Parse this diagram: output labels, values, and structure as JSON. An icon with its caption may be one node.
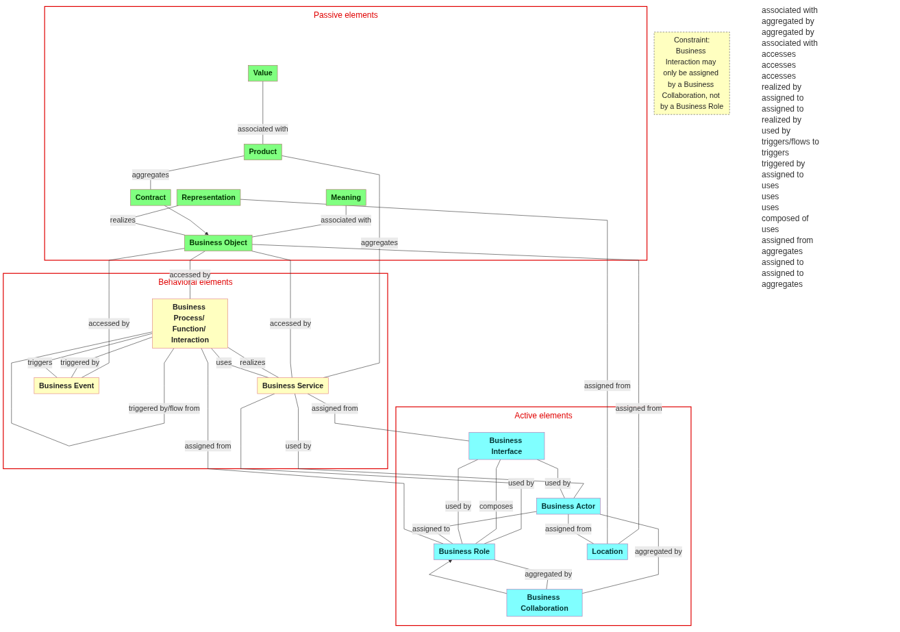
{
  "diagram": {
    "nodes": [
      {
        "text": [
          "Passive elements"
        ]
      },
      {
        "text": [
          "Value"
        ],
        "in": 0
      },
      {
        "text": [
          "Product"
        ],
        "in": 0
      },
      {
        "text": [
          "Meaning"
        ],
        "in": 0
      },
      {
        "text": [
          "Contract"
        ],
        "in": 0
      },
      {
        "text": [
          "Business Object"
        ],
        "in": 0
      },
      {
        "text": [
          "Representation"
        ],
        "in": 0
      },
      {
        "text": [
          "Behavioral elements"
        ]
      },
      {
        "text": [
          "Business Service"
        ],
        "in": 7
      },
      {
        "text": [
          "Business Process/ Function/ Interaction"
        ],
        "in": 7
      },
      {
        "text": [
          "Business Event"
        ],
        "in": 7
      },
      {
        "text": [
          "Active elements"
        ]
      },
      {
        "text": [
          "Business Actor"
        ],
        "in": 11
      },
      {
        "text": [
          "Business Interface"
        ],
        "in": 11
      },
      {
        "text": [
          "Business Role"
        ],
        "in": 11
      },
      {
        "text": [
          "Business Collaboration"
        ],
        "in": 11
      },
      {
        "text": [
          "Location"
        ],
        "in": 11
      },
      {
        "text": [
          "Constraint:",
          "Business Interaction may only be assigned by a Business Collaboration, not by a Business Role"
        ]
      }
    ],
    "edges": [
      {
        "from": 1,
        "to": 2,
        "arrow": "none",
        "label": "associated with"
      },
      {
        "from": 2,
        "to": 4,
        "arrow": "none",
        "label": "aggregates"
      },
      {
        "from": 2,
        "to": 8,
        "arrow": "none",
        "label": "aggregates"
      },
      {
        "from": 3,
        "to": 5,
        "arrow": "none",
        "label": "associated with"
      },
      {
        "from": 4,
        "to": 5,
        "arrow": "to"
      },
      {
        "from": 5,
        "to": 8,
        "arrow": "none",
        "label": "accessed by"
      },
      {
        "from": 5,
        "to": 9,
        "arrow": "none",
        "label": "accessed by"
      },
      {
        "from": 5,
        "to": 10,
        "arrow": "none",
        "label": "accessed by"
      },
      {
        "from": 6,
        "to": 5,
        "arrow": "none",
        "label": "realizes"
      },
      {
        "from": 5,
        "to": 16,
        "arrow": "none",
        "label": "assigned from"
      },
      {
        "from": 6,
        "to": 16,
        "arrow": "none",
        "label": "assigned from"
      },
      {
        "from": 9,
        "to": 8,
        "arrow": "none",
        "label": "realizes"
      },
      {
        "from": 9,
        "to": 8,
        "arrow": "none",
        "label": "uses"
      },
      {
        "from": 9,
        "to": 9,
        "arrow": "none",
        "label": "triggered by/flow from"
      },
      {
        "from": 9,
        "to": 10,
        "arrow": "none",
        "label": "triggered by"
      },
      {
        "from": 9,
        "to": 10,
        "arrow": "none",
        "label": "triggers"
      },
      {
        "from": 8,
        "to": 13,
        "arrow": "none",
        "label": "assigned from"
      },
      {
        "from": 8,
        "to": 14,
        "arrow": "none",
        "label": "used by"
      },
      {
        "from": 8,
        "to": 12,
        "arrow": "none",
        "label": "used by"
      },
      {
        "from": 13,
        "to": 12,
        "arrow": "none",
        "label": "used by"
      },
      {
        "from": 13,
        "to": 14,
        "arrow": "none",
        "label": "composes"
      },
      {
        "from": 13,
        "to": 14,
        "arrow": "none",
        "label": "used by"
      },
      {
        "from": 12,
        "to": 14,
        "arrow": "none",
        "label": "assigned to"
      },
      {
        "from": 12,
        "to": 15,
        "arrow": "none",
        "label": "aggregated by"
      },
      {
        "from": 12,
        "to": 16,
        "arrow": "none",
        "label": "assigned from"
      },
      {
        "from": 9,
        "to": 14,
        "arrow": "none",
        "label": "assigned from"
      },
      {
        "from": 15,
        "to": 14,
        "arrow": "to"
      },
      {
        "from": 14,
        "to": 15,
        "arrow": "none",
        "label": "aggregated by"
      }
    ],
    "labels": [
      "associated with",
      "aggregated by",
      "aggregated by",
      "associated with",
      "accesses",
      "accesses",
      "accesses",
      "realized by",
      "assigned to",
      "assigned to",
      "realized by",
      "used by",
      "triggers/flows to",
      "triggers",
      "triggered by",
      "assigned to",
      "uses",
      "uses",
      "uses",
      "composed of",
      "uses",
      "assigned from",
      "aggregates",
      "assigned to",
      "assigned to",
      "aggregates"
    ]
  }
}
